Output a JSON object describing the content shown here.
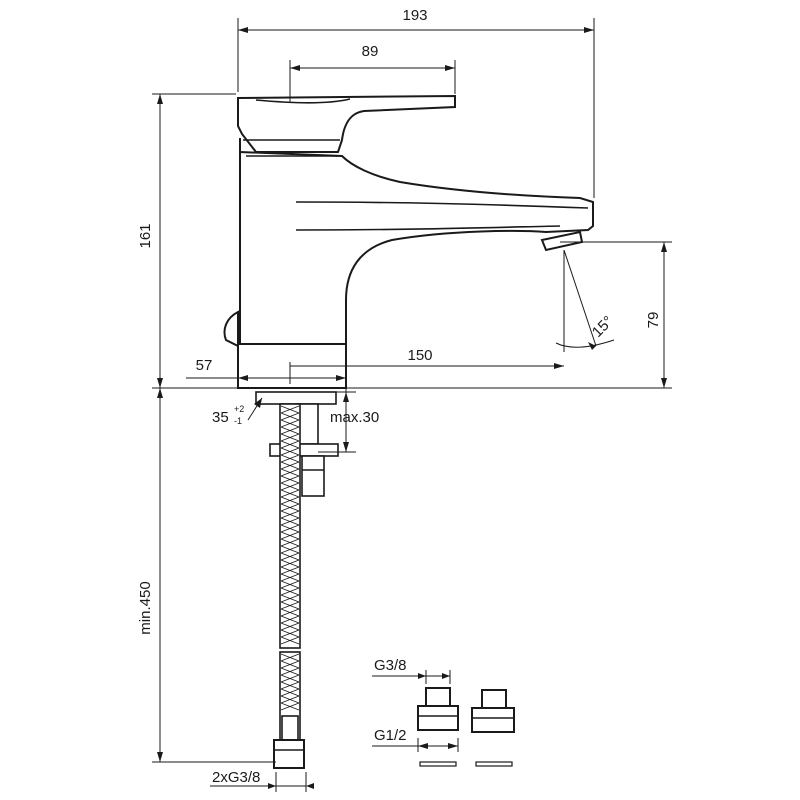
{
  "drawing": {
    "dimensions": {
      "overall_width": "193",
      "lever_width": "89",
      "overall_height": "161",
      "spout_height": "79",
      "spout_angle": "15°",
      "base_offset": "57",
      "spout_reach": "150",
      "hole_diameter": "35",
      "hole_tolerance_upper": "+2",
      "hole_tolerance_lower": "-1",
      "max_deck_thickness": "max.30",
      "min_hose_length": "min.450",
      "hose_connection": "2xG3/8",
      "adapter_thread_top": "G3/8",
      "adapter_thread_bottom": "G1/2"
    }
  }
}
